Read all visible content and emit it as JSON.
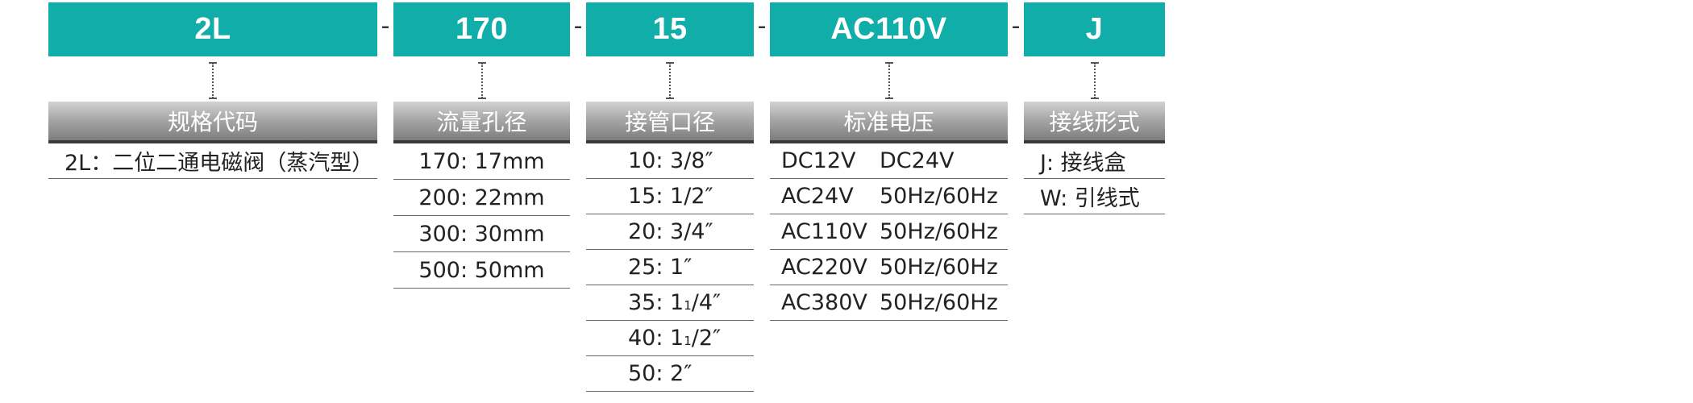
{
  "separator": "-",
  "groups": [
    {
      "code": "2L",
      "header": "规格代码",
      "rows": [
        "2L：二位二通电磁阀（蒸汽型）"
      ]
    },
    {
      "code": "170",
      "header": "流量孔径",
      "rows": [
        "170: 17mm",
        "200: 22mm",
        "300: 30mm",
        "500: 50mm"
      ]
    },
    {
      "code": "15",
      "header": "接管口径",
      "rows": [
        "10: 3/8″",
        "15: 1/2″",
        "20: 3/4″",
        "25: 1″"
      ],
      "rows_fraction": [
        {
          "prefix": "35: 1",
          "sup": "1",
          "suffix": "/4″"
        },
        {
          "prefix": "40: 1",
          "sup": "1",
          "suffix": "/2″"
        }
      ],
      "last_row": "50: 2″"
    },
    {
      "code": "AC110V",
      "header": "标准电压",
      "rows": [
        {
          "voltage": "DC12V",
          "freq": "DC24V"
        },
        {
          "voltage": "AC24V",
          "freq": "50Hz/60Hz"
        },
        {
          "voltage": "AC110V",
          "freq": "50Hz/60Hz"
        },
        {
          "voltage": "AC220V",
          "freq": "50Hz/60Hz"
        },
        {
          "voltage": "AC380V",
          "freq": "50Hz/60Hz"
        }
      ]
    },
    {
      "code": "J",
      "header": "接线形式",
      "rows": [
        "J: 接线盒",
        "W: 引线式"
      ]
    }
  ]
}
